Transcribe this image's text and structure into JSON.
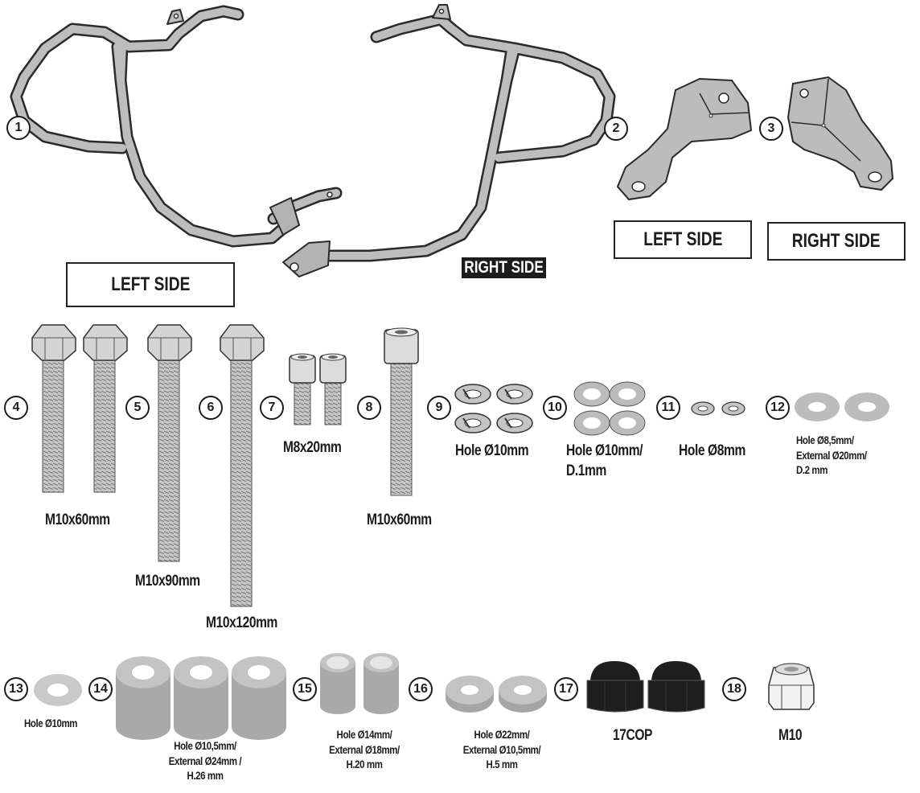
{
  "parts": [
    {
      "num": "1"
    },
    {
      "num": "2"
    },
    {
      "num": "3"
    },
    {
      "num": "4"
    },
    {
      "num": "5"
    },
    {
      "num": "6"
    },
    {
      "num": "7"
    },
    {
      "num": "8"
    },
    {
      "num": "9"
    },
    {
      "num": "10"
    },
    {
      "num": "11"
    },
    {
      "num": "12"
    },
    {
      "num": "13"
    },
    {
      "num": "14"
    },
    {
      "num": "15"
    },
    {
      "num": "16"
    },
    {
      "num": "17"
    },
    {
      "num": "18"
    }
  ],
  "side_labels": {
    "guard_left": "LEFT SIDE",
    "guard_right": "RIGHT SIDE",
    "plate_left": "LEFT SIDE",
    "plate_right": "RIGHT SIDE"
  },
  "labels": {
    "p4_5": "M10x60mm",
    "p5_long": "M10x90mm",
    "p6": "M10x120mm",
    "p7": "M8x20mm",
    "p8": "M10x60mm",
    "p9": "Hole Ø10mm",
    "p10": [
      "Hole Ø10mm/",
      "D.1mm"
    ],
    "p11": "Hole Ø8mm",
    "p12": [
      "Hole Ø8,5mm/",
      "External Ø20mm/",
      "D.2 mm"
    ],
    "p13": "Hole Ø10mm",
    "p14": [
      "Hole Ø10,5mm/",
      "External Ø24mm /",
      "H.26 mm"
    ],
    "p15": [
      "Hole Ø14mm/",
      "External Ø18mm/",
      "H.20 mm"
    ],
    "p16": [
      "Hole Ø22mm/",
      "External Ø10,5mm/",
      "H.5 mm"
    ],
    "p17": "17COP",
    "p18": "M10"
  },
  "colors": {
    "metal": "#b9b9b9",
    "metal_dark": "#8e8e8e",
    "outline": "#2a2a2a",
    "cap": "#1e1e1e"
  }
}
